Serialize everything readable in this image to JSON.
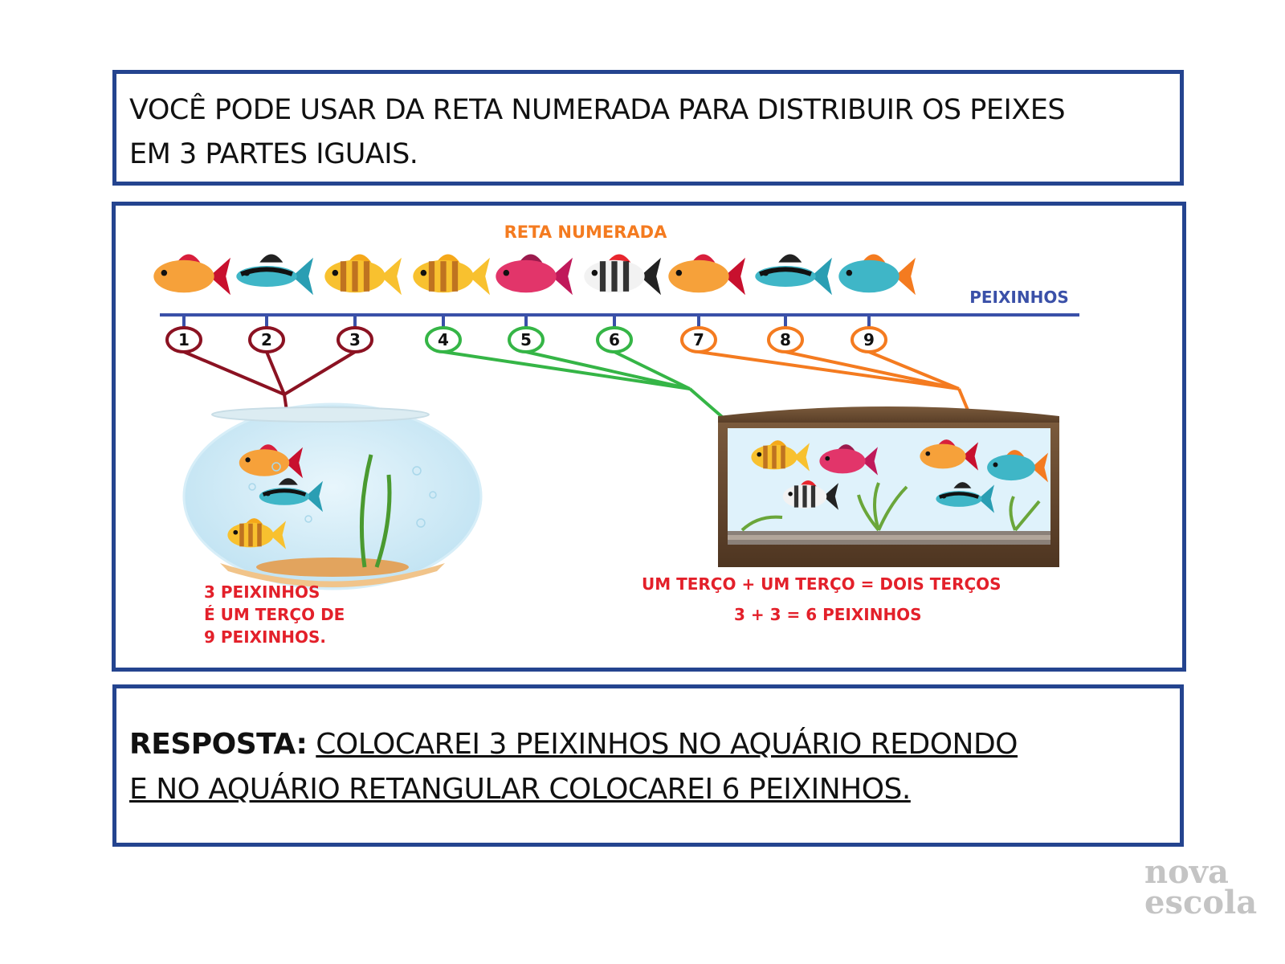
{
  "intro": {
    "line1": "VOCÊ PODE USAR DA RETA NUMERADA PARA DISTRIBUIR OS PEIXES",
    "line2": "EM 3 PARTES IGUAIS."
  },
  "diagram": {
    "title": "RETA NUMERADA",
    "line_label": "PEIXINHOS",
    "numbers": [
      "1",
      "2",
      "3",
      "4",
      "5",
      "6",
      "7",
      "8",
      "9"
    ],
    "group_colors": [
      "#8b1222",
      "#35b546",
      "#f47b20"
    ],
    "fish_types": [
      "red-betta",
      "blue-black",
      "striped-yellow",
      "striped-yellow",
      "guppy",
      "black-white",
      "red-betta",
      "blue-black",
      "parrot"
    ],
    "bowl_caption": [
      "3 PEIXINHOS",
      "É UM TERÇO DE",
      "9 PEIXINHOS."
    ],
    "tank_caption": [
      "UM TERÇO + UM TERÇO = DOIS TERÇOS",
      "3 + 3 = 6 PEIXINHOS"
    ],
    "caption_color": "#e3202a",
    "title_color": "#f47b20",
    "label_color": "#3a50a8"
  },
  "answer": {
    "label": "RESPOSTA:",
    "text_line1": "COLOCAREI 3 PEIXINHOS NO AQUÁRIO REDONDO",
    "text_line2": "E NO AQUÁRIO RETANGULAR COLOCAREI 6 PEIXINHOS."
  },
  "logo": {
    "line1": "nova",
    "line2": "escola"
  }
}
